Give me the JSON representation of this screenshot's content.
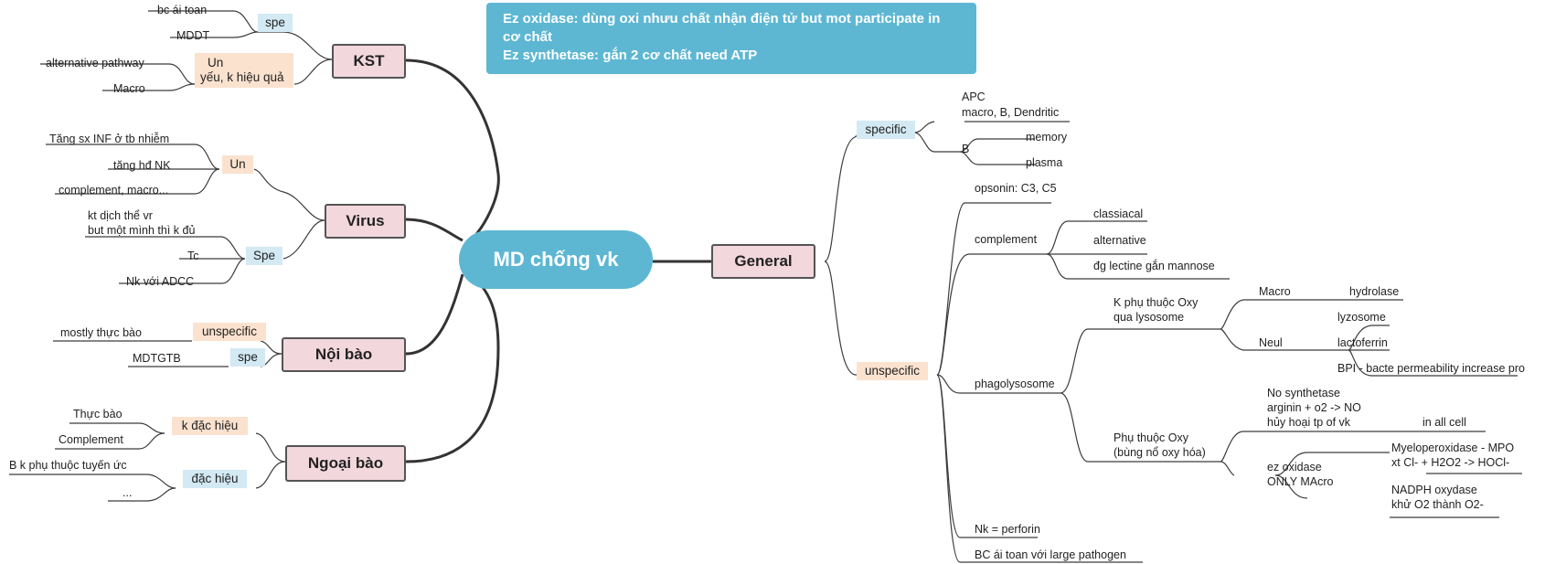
{
  "colors": {
    "center_fill": "#5db7d3",
    "branch_fill": "#f2d7dd",
    "tag_blue": "#d3e9f3",
    "tag_orange": "#fbe2cf",
    "line": "#3c3c3c"
  },
  "center": {
    "label": "MD chống vk"
  },
  "note": {
    "line1": "Ez oxidase: dùng oxi nhưu chất nhận điện tử but mot participate in cơ chất",
    "line2": "Ez synthetase: gắn 2 cơ chất need ATP"
  },
  "branches": {
    "kst": {
      "label": "KST",
      "spe_tag": "spe",
      "spe_items": [
        "bc ái toan",
        "MDDT"
      ],
      "un_tag_line1": "Un",
      "un_tag_line2": "yếu, k hiệu quả",
      "un_items": [
        "alternative pathway",
        "Macro"
      ]
    },
    "virus": {
      "label": "Virus",
      "un_tag": "Un",
      "un_items": [
        "Tăng sx INF ở tb nhiễm",
        "tăng hđ NK",
        "complement, macro..."
      ],
      "spe_tag": "Spe",
      "spe_items": [
        "kt dịch thể vr",
        "but một mình thì k đủ",
        "Tc",
        "Nk với ADCC"
      ]
    },
    "noibao": {
      "label": "Nội bào",
      "un_tag": "unspecific",
      "un_item": "mostly thực bào",
      "spe_tag": "spe",
      "spe_item": "MDTGTB"
    },
    "ngoaibao": {
      "label": "Ngoại bào",
      "tag1": "k đặc hiệu",
      "tag1_items": [
        "Thực bào",
        "Complement"
      ],
      "tag2": "đặc hiệu",
      "tag2_items": [
        "B k phụ thuộc tuyến ức",
        "..."
      ]
    },
    "general": {
      "label": "General",
      "specific_tag": "specific",
      "apc_line1": "APC",
      "apc_line2": "macro, B, Dendritic",
      "b": "B",
      "memory": "memory",
      "plasma": "plasma",
      "unspecific_tag": "unspecific",
      "opsonin": "opsonin: C3, C5",
      "complement": "complement",
      "classiacal": "classiacal",
      "alternative": "alternative",
      "lectine": "đg lectine gắn mannose",
      "phagolysosome": "phagolysosome",
      "kpto_line1": "K phụ thuộc Oxy",
      "kpto_line2": "qua lysosome",
      "macro": "Macro",
      "hydrolase": "hydrolase",
      "neul": "Neul",
      "lyzosome": "lyzosome",
      "lactoferrin": "lactoferrin",
      "bpi": "BPI - bacte permeability increase pro",
      "pto_line1": "Phụ thuộc Oxy",
      "pto_line2": "(bùng nổ oxy hóa)",
      "nos_line1": "No synthetase",
      "nos_line2": "arginin + o2 -> NO",
      "nos_line3": "hủy hoại tp of vk",
      "in_all_cell": "in all cell",
      "ezox_line1": "ez oxidase",
      "ezox_line2": "ONLY MAcro",
      "mpo_line1": "Myeloperoxidase - MPO",
      "mpo_line2": "xt Cl- + H2O2 -> HOCl-",
      "nadph_line1": "NADPH oxydase",
      "nadph_line2": "khử O2 thành O2-",
      "nk": "Nk = perforin",
      "bc": "BC ái toan với large pathogen"
    }
  }
}
